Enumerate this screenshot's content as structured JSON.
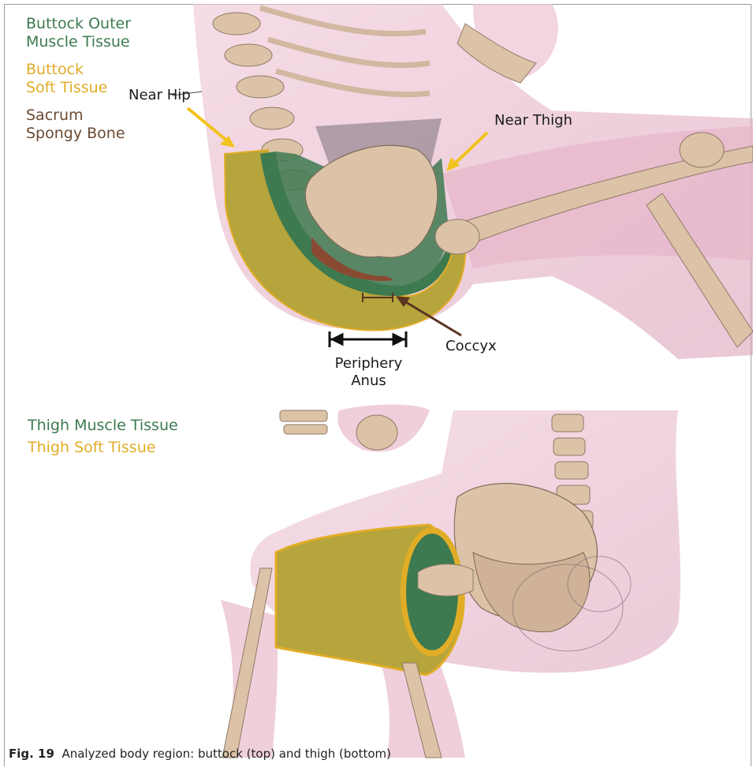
{
  "legend_top": [
    {
      "text": "Buttock Outer",
      "color": "#3c7a4f"
    },
    {
      "text": "Muscle Tissue",
      "color": "#3c7a4f"
    },
    {
      "text": "Buttock",
      "color": "#e1ad27"
    },
    {
      "text": "Soft Tissue",
      "color": "#e1ad27"
    },
    {
      "text": "Sacrum",
      "color": "#6b4a33"
    },
    {
      "text": "Spongy Bone",
      "color": "#6b4a33"
    }
  ],
  "legend_bottom": [
    {
      "text": "Thigh Muscle Tissue",
      "color": "#3c7a4f"
    },
    {
      "text": "Thigh Soft Tissue",
      "color": "#e1ad27"
    }
  ],
  "annotations": {
    "near_hip": "Near Hip",
    "near_thigh": "Near Thigh",
    "coccyx": "Coccyx",
    "periphery": "Periphery",
    "anus": "Anus"
  },
  "caption": {
    "fig_label": "Fig. 19",
    "text": "Analyzed body region: buttock (top) and thigh (bottom)"
  },
  "colors": {
    "skin": "#e8b9cc",
    "bone": "#dcc3a8",
    "muscle": "#3e7a50",
    "soft": "#b6a43c",
    "arrow_yellow": "#f2c21d",
    "arrow_brown": "#5a3420"
  }
}
